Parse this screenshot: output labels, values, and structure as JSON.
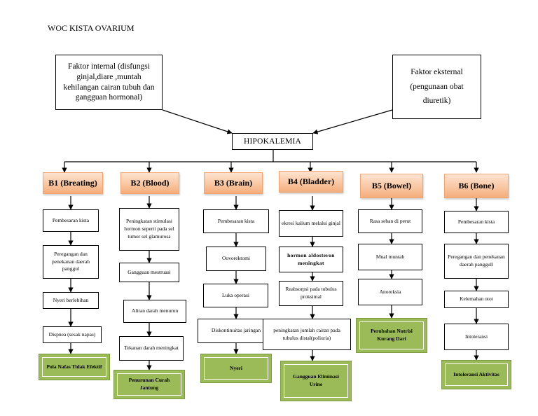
{
  "title": "WOC KISTA OVARIUM",
  "internal": "Faktor internal (disfungsi ginjal,diare ,muntah kehilangan cairan tubuh dan gangguan hormonal)",
  "external": "Faktor eksternal (pengunaan obat diuretik)",
  "hipokalemia": "HIPOKALEMIA",
  "columns": [
    {
      "header": "B1 (Breating)",
      "steps": [
        "Pembesaran kista",
        "Peregangan dan penekanan daerah panggul",
        "Nyeri berlebihan",
        "Dispnea (sesak napas)"
      ],
      "diagnosis": "Pola Nafas Tidak Efektif"
    },
    {
      "header": "B2 (Blood)",
      "steps": [
        "Peningkatan stimulasi hormon seperti pada sel tumor sel glamurosa",
        "Gangguan mestruasi",
        "Aliran darah menurun",
        "Tekanan darah meningkat"
      ],
      "diagnosis": "Penurunan Curah Jantung"
    },
    {
      "header": "B3 (Brain)",
      "steps": [
        "Pembesaran kista",
        "Oovorektomi",
        "Luka operasi",
        "Diskontinuitas jaringan"
      ],
      "diagnosis": "Nyeri"
    },
    {
      "header": "B4 (Bladder)",
      "steps": [
        "ekresi kalium melalui ginjal",
        "hormon aldosteron meningkat",
        "Reabsorpsi pada tubulus proksimal",
        "peningkatan jumlah cairan pada tubulus distal(poliuria)"
      ],
      "diagnosis": "Gangguan Eliminasi Urine"
    },
    {
      "header": "B5 (Bowel)",
      "steps": [
        "Rasa seban di perut",
        "Mual muntah",
        "Anoreksia"
      ],
      "diagnosis": "Perubahan Nutrisi Kurang Dari"
    },
    {
      "header": "B6 (Bone)",
      "steps": [
        "Pembesaran kista",
        "Peregangan dan penekanan daerah panggull",
        "Kelemahan otot",
        "Intoleransi"
      ],
      "diagnosis": "Intoleransi Aktivitas"
    }
  ]
}
